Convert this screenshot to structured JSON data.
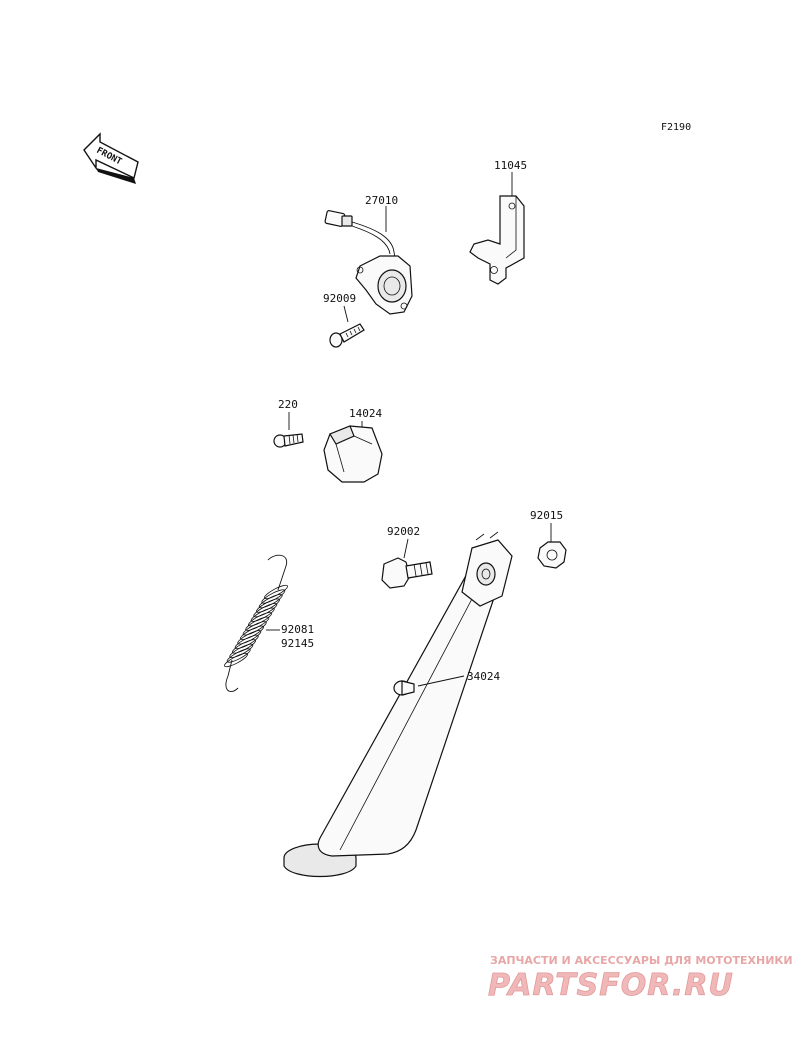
{
  "figure_code": "F2190",
  "front_arrow_label": "FRONT",
  "callouts": {
    "p11045": "11045",
    "p27010": "27010",
    "p92009": "92009",
    "p220": "220",
    "p14024": "14024",
    "p92015": "92015",
    "p92002": "92002",
    "p92081": "92081",
    "p92145": "92145",
    "p34024": "34024"
  },
  "watermark": {
    "tagline": "ЗАПЧАСТИ И АКСЕССУАРЫ ДЛЯ МОТОТЕХНИКИ",
    "logo": "PARTSFOR.RU"
  }
}
